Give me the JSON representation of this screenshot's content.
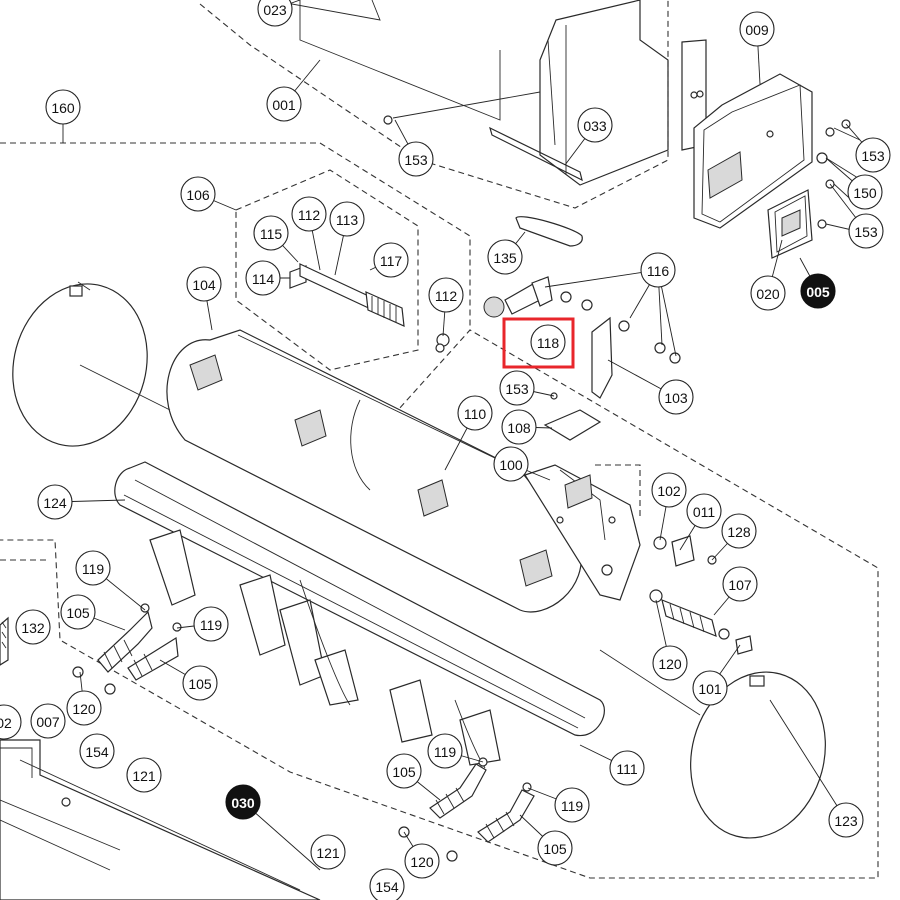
{
  "highlight": {
    "label": "118",
    "color": "#e8262b"
  },
  "labels": [
    {
      "id": "023",
      "dark": false
    },
    {
      "id": "001",
      "dark": false
    },
    {
      "id": "160",
      "dark": false
    },
    {
      "id": "153",
      "dark": false
    },
    {
      "id": "033",
      "dark": false
    },
    {
      "id": "009",
      "dark": false
    },
    {
      "id": "153",
      "dark": false
    },
    {
      "id": "150",
      "dark": false
    },
    {
      "id": "153",
      "dark": false
    },
    {
      "id": "020",
      "dark": false
    },
    {
      "id": "005",
      "dark": true
    },
    {
      "id": "106",
      "dark": false
    },
    {
      "id": "112",
      "dark": false
    },
    {
      "id": "113",
      "dark": false
    },
    {
      "id": "115",
      "dark": false
    },
    {
      "id": "117",
      "dark": false
    },
    {
      "id": "114",
      "dark": false
    },
    {
      "id": "112",
      "dark": false
    },
    {
      "id": "135",
      "dark": false
    },
    {
      "id": "116",
      "dark": false
    },
    {
      "id": "118",
      "dark": false
    },
    {
      "id": "103",
      "dark": false
    },
    {
      "id": "153",
      "dark": false
    },
    {
      "id": "104",
      "dark": false
    },
    {
      "id": "108",
      "dark": false
    },
    {
      "id": "110",
      "dark": false
    },
    {
      "id": "100",
      "dark": false
    },
    {
      "id": "102",
      "dark": false
    },
    {
      "id": "011",
      "dark": false
    },
    {
      "id": "128",
      "dark": false
    },
    {
      "id": "124",
      "dark": false
    },
    {
      "id": "107",
      "dark": false
    },
    {
      "id": "119",
      "dark": false
    },
    {
      "id": "105",
      "dark": false
    },
    {
      "id": "119",
      "dark": false
    },
    {
      "id": "132",
      "dark": false
    },
    {
      "id": "105",
      "dark": false
    },
    {
      "id": "120",
      "dark": false
    },
    {
      "id": "101",
      "dark": false
    },
    {
      "id": "120",
      "dark": false
    },
    {
      "id": "02",
      "dark": false
    },
    {
      "id": "007",
      "dark": false
    },
    {
      "id": "154",
      "dark": false
    },
    {
      "id": "121",
      "dark": false
    },
    {
      "id": "030",
      "dark": true
    },
    {
      "id": "119",
      "dark": false
    },
    {
      "id": "105",
      "dark": false
    },
    {
      "id": "119",
      "dark": false
    },
    {
      "id": "111",
      "dark": false
    },
    {
      "id": "123",
      "dark": false
    },
    {
      "id": "105",
      "dark": false
    },
    {
      "id": "120",
      "dark": false
    },
    {
      "id": "121",
      "dark": false
    },
    {
      "id": "154",
      "dark": false
    }
  ]
}
